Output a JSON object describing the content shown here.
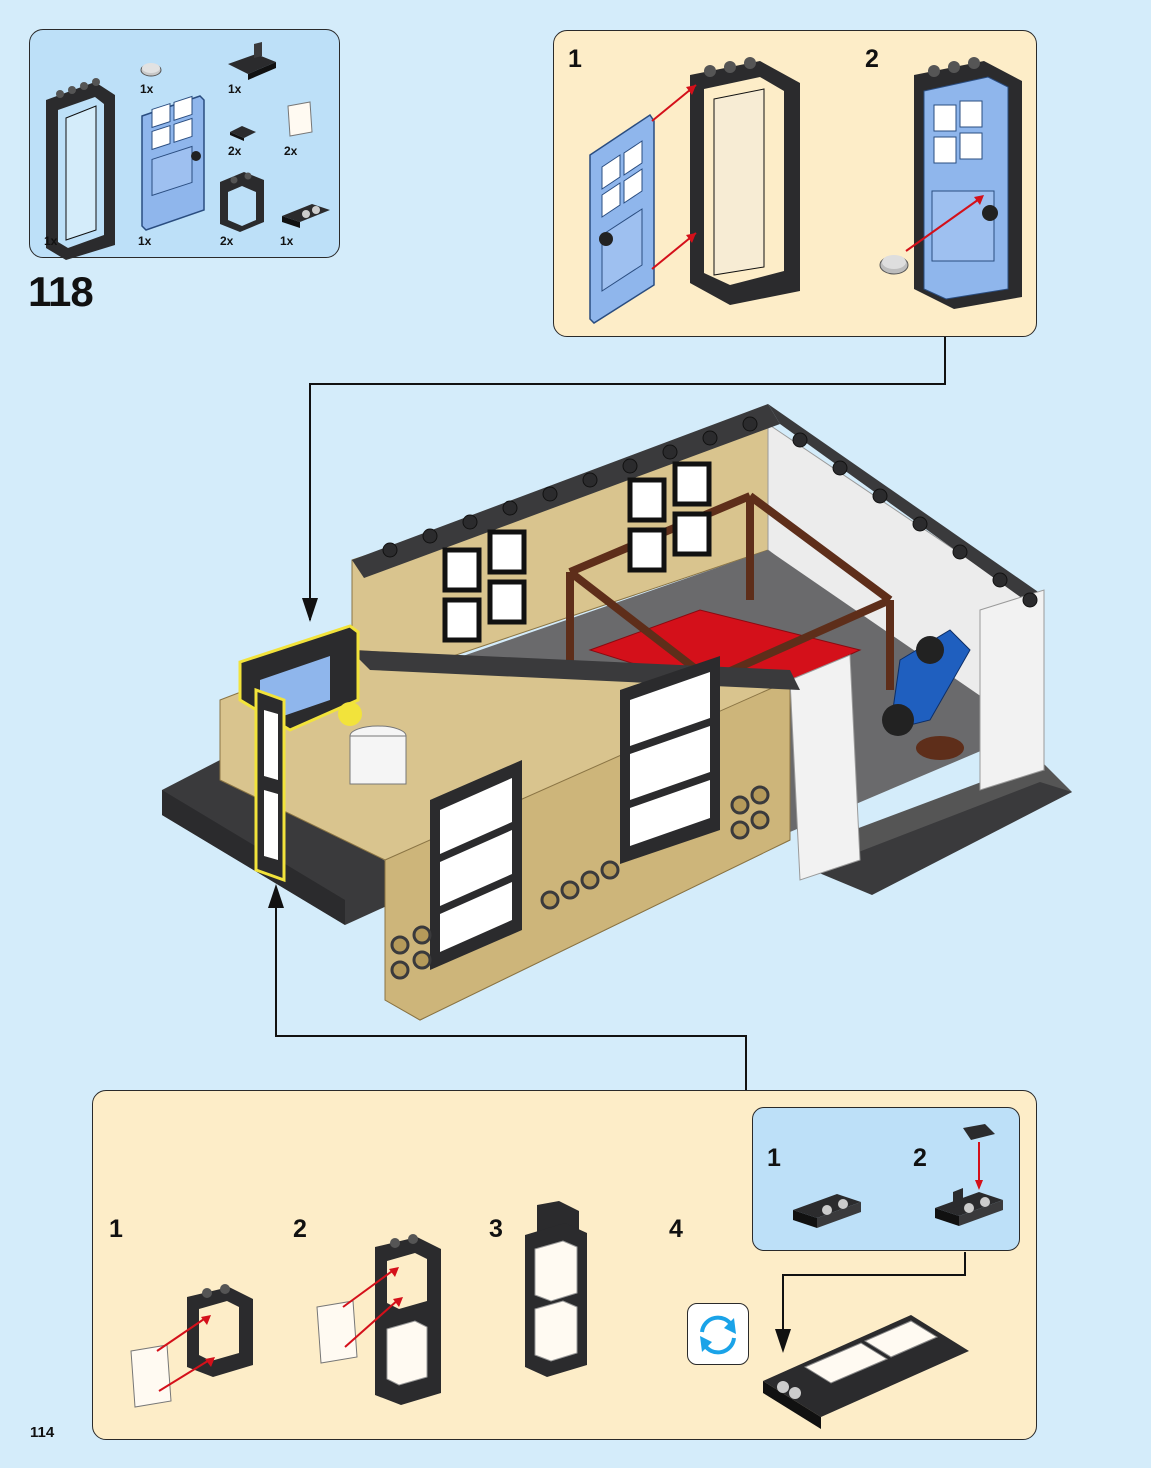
{
  "page": {
    "number": "114",
    "step_number": "118"
  },
  "parts_list": {
    "items": [
      {
        "name": "black-door-frame",
        "qty": "1x"
      },
      {
        "name": "light-blue-door",
        "qty": "1x"
      },
      {
        "name": "round-tile-gray",
        "qty": "1x"
      },
      {
        "name": "black-bracket",
        "qty": "1x"
      },
      {
        "name": "black-small-plate",
        "qty": "2x"
      },
      {
        "name": "transparent-glass-pane",
        "qty": "2x"
      },
      {
        "name": "black-window-frame",
        "qty": "2x"
      },
      {
        "name": "black-bracket-jumper",
        "qty": "1x"
      }
    ]
  },
  "door_subassembly": {
    "sub_steps": [
      "1",
      "2"
    ]
  },
  "window_subassembly": {
    "sub_steps": [
      "1",
      "2",
      "3",
      "4"
    ]
  },
  "base_subassembly": {
    "sub_steps": [
      "1",
      "2"
    ]
  },
  "icons": {
    "rotate": "rotate-model-icon"
  },
  "colors": {
    "background": "#d4ecfa",
    "callout_fill": "#fdedc8",
    "parts_fill": "#bde0f8",
    "tan_brick": "#d9c48e",
    "red": "#d4101a",
    "dark_gray": "#3a3a3c",
    "light_blue": "#8fb6ec",
    "brown": "#5e2e1a",
    "blue": "#1f5fbf",
    "arrow_red": "#d4101a"
  }
}
